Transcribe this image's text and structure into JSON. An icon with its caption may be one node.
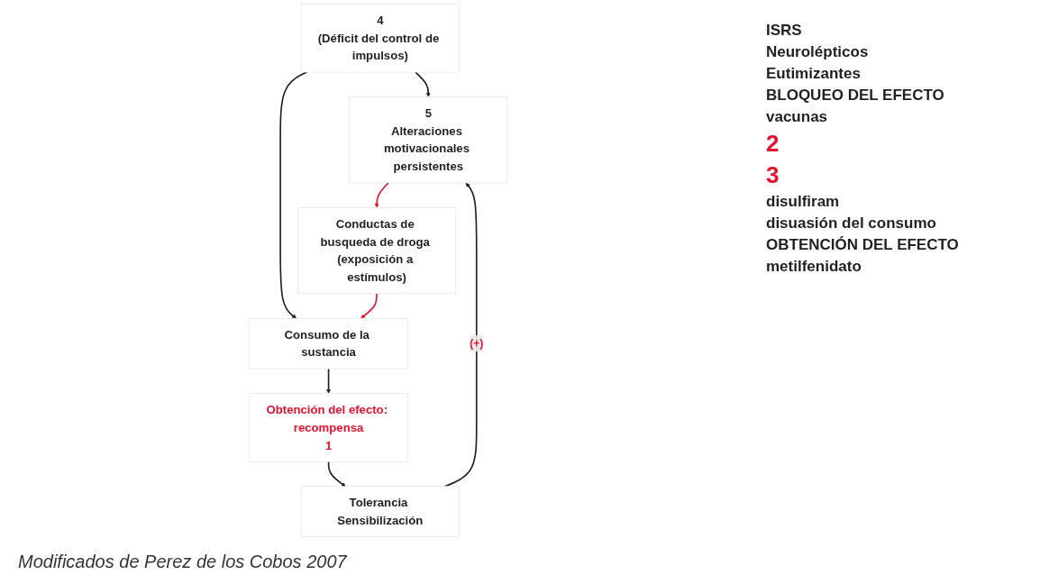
{
  "diagram": {
    "caption": "Modificados de Perez de los Cobos 2007",
    "nodes": [
      {
        "text": [
          "4",
          "(Déficit del control de impulsos)"
        ]
      },
      {
        "text": [
          "5",
          "Alteraciones motivacionales persistentes"
        ]
      },
      {
        "text": [
          "Conductas de busqueda de droga (exposición a estímulos)"
        ]
      },
      {
        "text": [
          "Consumo de la sustancia"
        ]
      },
      {
        "text": [
          "Obtención del efecto: recompensa",
          "1"
        ]
      },
      {
        "text": [
          "Tolerancia Sensibilización"
        ]
      }
    ],
    "edges": [
      {
        "from": 0,
        "to": 1,
        "arrow": "to"
      },
      {
        "from": 0,
        "to": 3,
        "arrow": "to"
      },
      {
        "from": 1,
        "to": 2,
        "arrow": "to",
        "color": "#e8112d"
      },
      {
        "from": 2,
        "to": 3,
        "arrow": "to",
        "color": "#e8112d"
      },
      {
        "from": 3,
        "to": 4,
        "arrow": "to"
      },
      {
        "from": 4,
        "to": 5,
        "arrow": "to"
      },
      {
        "from": 5,
        "to": 1,
        "arrow": "to",
        "label": "(+)"
      }
    ],
    "labels": [
      "ISRS",
      "Neurolépticos",
      "Eutimizantes",
      "BLOQUEO DEL EFECTO",
      "vacunas",
      "2",
      "3",
      "disulfiram",
      "disuasión del consumo",
      "OBTENCIÓN DEL EFECTO",
      "metilfenidato"
    ]
  }
}
